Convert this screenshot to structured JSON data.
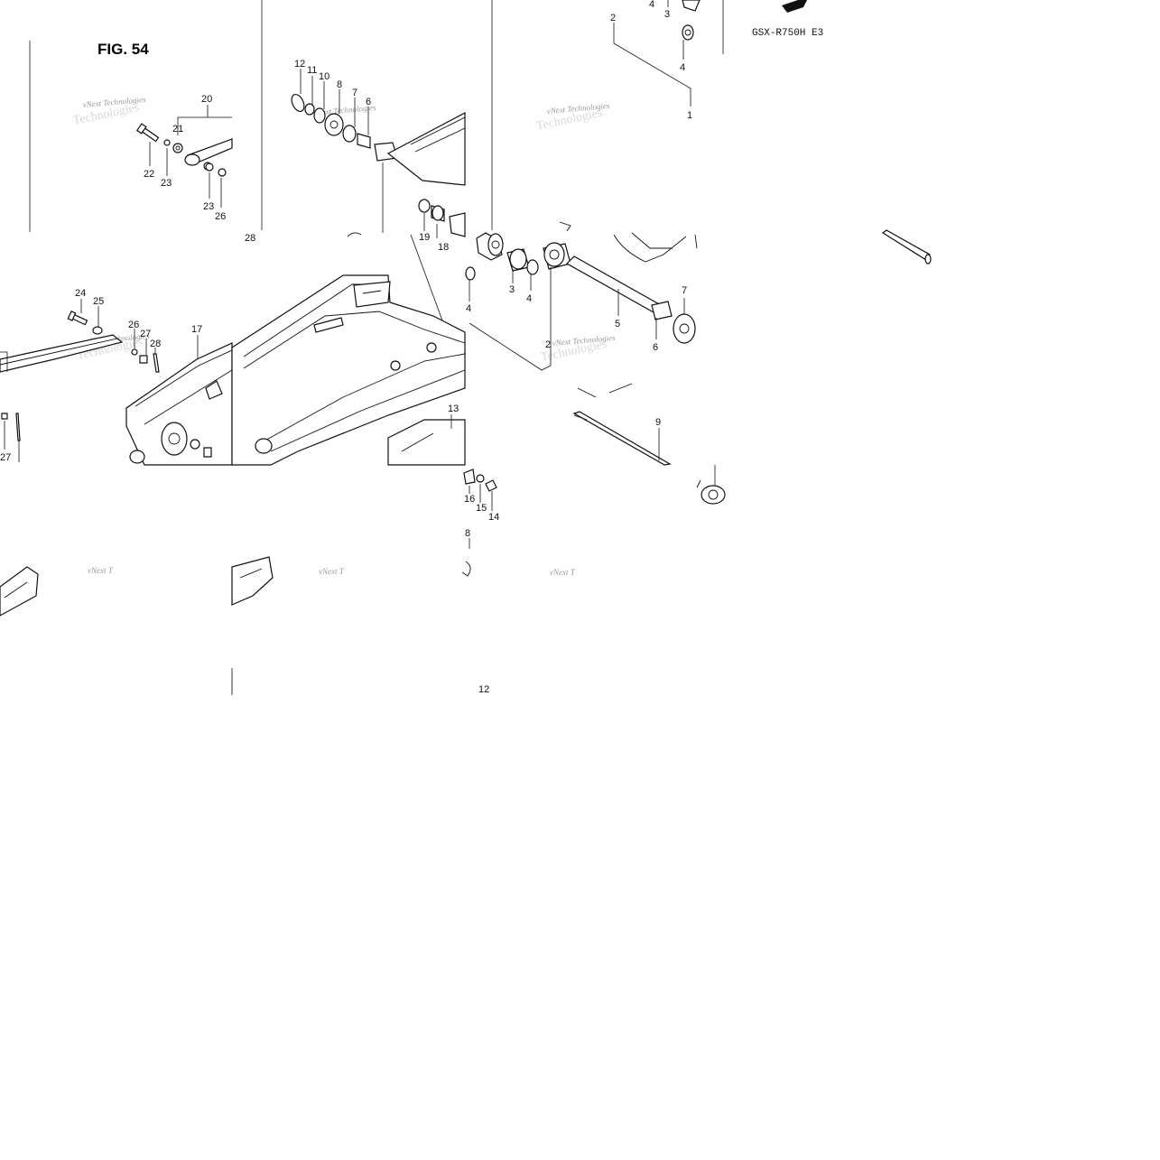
{
  "figure": {
    "title": "FIG. 54",
    "model_code": "GSX-R750H E3",
    "watermark_line1": "vNext Technologies",
    "watermark_line2": "Technologies"
  },
  "callouts": [
    {
      "id": "c1",
      "text": "1"
    },
    {
      "id": "c2a",
      "text": "2"
    },
    {
      "id": "c2b",
      "text": "2"
    },
    {
      "id": "c3a",
      "text": "3"
    },
    {
      "id": "c3b",
      "text": "3"
    },
    {
      "id": "c4a",
      "text": "4"
    },
    {
      "id": "c4b",
      "text": "4"
    },
    {
      "id": "c4c",
      "text": "4"
    },
    {
      "id": "c4d",
      "text": "4"
    },
    {
      "id": "c5",
      "text": "5"
    },
    {
      "id": "c6a",
      "text": "6"
    },
    {
      "id": "c6b",
      "text": "6"
    },
    {
      "id": "c7a",
      "text": "7"
    },
    {
      "id": "c7b",
      "text": "7"
    },
    {
      "id": "c8a",
      "text": "8"
    },
    {
      "id": "c8b",
      "text": "8"
    },
    {
      "id": "c9",
      "text": "9"
    },
    {
      "id": "c10",
      "text": "10"
    },
    {
      "id": "c11",
      "text": "11"
    },
    {
      "id": "c12a",
      "text": "12"
    },
    {
      "id": "c12b",
      "text": "12"
    },
    {
      "id": "c13",
      "text": "13"
    },
    {
      "id": "c14",
      "text": "14"
    },
    {
      "id": "c15",
      "text": "15"
    },
    {
      "id": "c16",
      "text": "16"
    },
    {
      "id": "c17",
      "text": "17"
    },
    {
      "id": "c18",
      "text": "18"
    },
    {
      "id": "c19",
      "text": "19"
    },
    {
      "id": "c20",
      "text": "20"
    },
    {
      "id": "c21",
      "text": "21"
    },
    {
      "id": "c22",
      "text": "22"
    },
    {
      "id": "c23a",
      "text": "23"
    },
    {
      "id": "c23b",
      "text": "23"
    },
    {
      "id": "c24",
      "text": "24"
    },
    {
      "id": "c25",
      "text": "25"
    },
    {
      "id": "c26a",
      "text": "26"
    },
    {
      "id": "c26b",
      "text": "26"
    },
    {
      "id": "c27a",
      "text": "27"
    },
    {
      "id": "c27b",
      "text": "27"
    },
    {
      "id": "c28a",
      "text": "28"
    },
    {
      "id": "c28b",
      "text": "28"
    }
  ]
}
